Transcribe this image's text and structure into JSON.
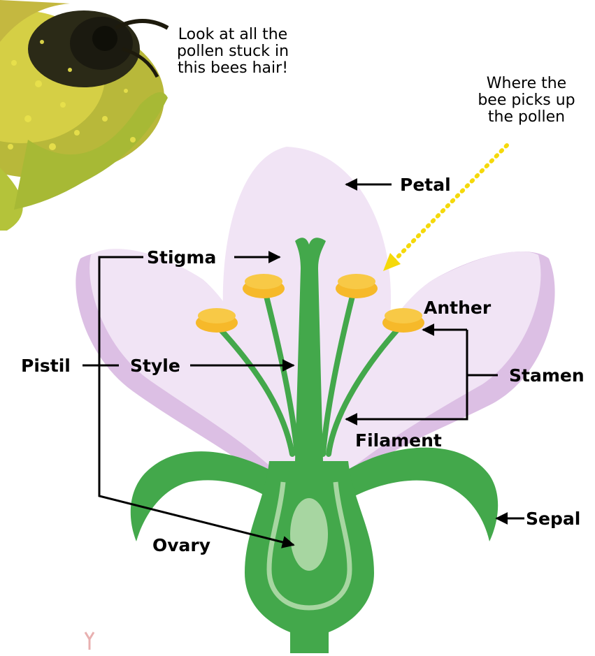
{
  "notes": {
    "bee_caption": [
      "Look at all the",
      "pollen stuck in",
      "this bees hair!"
    ],
    "pickup_caption": [
      "Where the",
      "bee picks up",
      "the pollen"
    ]
  },
  "labels": {
    "petal": "Petal",
    "stigma": "Stigma",
    "anther": "Anther",
    "pistil": "Pistil",
    "style": "Style",
    "stamen": "Stamen",
    "filament": "Filament",
    "sepal": "Sepal",
    "ovary": "Ovary"
  },
  "colors": {
    "petal_light": "#f1e4f5",
    "petal_shadow": "#dcbfe4",
    "stem_green": "#43a84b",
    "ovary_light": "#a7d6a1",
    "anther_yellow": "#f6b92a",
    "pointer_yellow": "#f5d90a",
    "bee_fuzz": "#c8c23a"
  },
  "icons": {
    "bee": "bee-photo-icon",
    "small_flower": "small-flower-icon"
  }
}
